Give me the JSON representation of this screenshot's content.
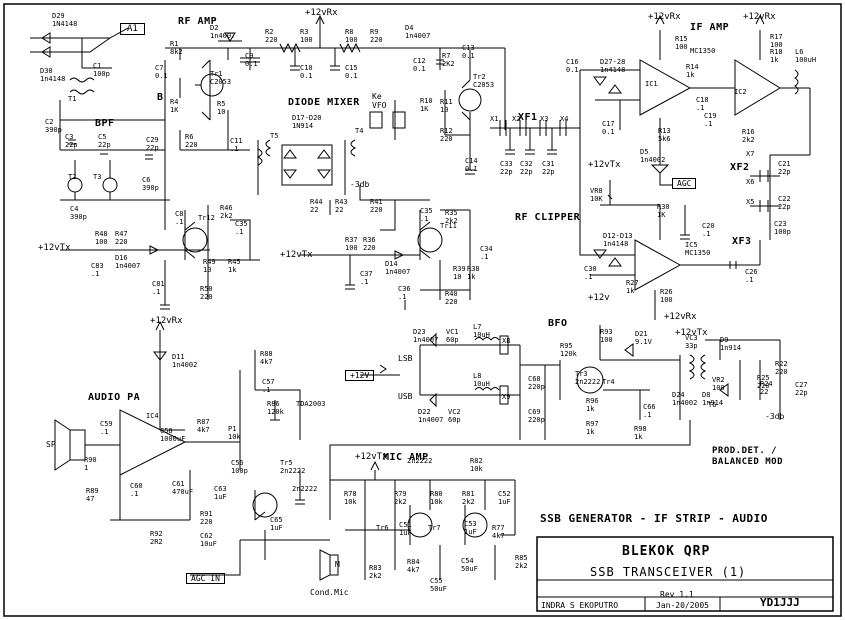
{
  "title_block": {
    "project": "BLEKOK QRP",
    "subtitle": "SSB TRANSCEIVER (1)",
    "sheet_title": "SSB GENERATOR - IF STRIP - AUDIO",
    "author": "INDRA S EKOPUTRO",
    "rev": "Rev 1.1",
    "date": "Jan-20/2005",
    "callsign": "YD1JJJ"
  },
  "sections": {
    "rf_amp": "RF AMP",
    "if_amp": "IF AMP",
    "diode_mixer": "DIODE MIXER",
    "bpf": "BPF",
    "rf_clipper": "RF CLIPPER",
    "bfo": "BFO",
    "audio_pa": "AUDIO PA",
    "mic_amp": "MIC AMP",
    "prod_det": "PROD.DET. /\nBALANCED MOD",
    "xf1": "XF1",
    "xf2": "XF2",
    "xf3": "XF3",
    "b": "B"
  },
  "rails": {
    "rx1": "+12vRx",
    "rx2": "+12vRx",
    "rx3": "+12vRx",
    "rx4": "+12vRx",
    "rx5": "+12vRx",
    "tx1": "+12vTx",
    "tx2": "+12vTx",
    "tx3": "+12vTx",
    "tx4": "+12vTx",
    "tx5": "+12vTx",
    "v12": "+12v"
  },
  "ports": {
    "a1": "A1",
    "agc": "AGC",
    "agc_in": "AGC IN",
    "v12_in": "+12V",
    "ke_vfo": "Ke\nVFO",
    "lsb": "LSB",
    "usb": "USB",
    "sp": "SP",
    "mic": "M",
    "cond_mic": "Cond.Mic",
    "minus3db_a": "-3db",
    "minus3db_b": "-3db"
  },
  "labels": [
    "D29\n1N4148",
    "D30\n1n4148",
    "C1\n100p",
    "T1",
    "C2\n390p",
    "C3\n22p",
    "C4\n390p",
    "C5\n22p",
    "C6\n390p",
    "T2",
    "T3",
    "C29\n22p",
    "R1\n8k2",
    "D2\n1n4007",
    "C7\n0.1",
    "Tr1\nC2053",
    "R4\n1K",
    "R5\n10",
    "R6\n220",
    "C11\n.1",
    "C9\n0.1",
    "R2\n220",
    "R3\n100",
    "C10\n0.1",
    "R8\n100",
    "R9\n220",
    "C15\n0.1",
    "D4\n1n4007",
    "R7\n2K2",
    "C12\n0.1",
    "C13\n0.1",
    "Tr2\nC2053",
    "R10\n1K",
    "R11\n10",
    "R12\n220",
    "C14\n0.1",
    "T5",
    "D17-D20\n1N914",
    "T4",
    "R44\n22",
    "R43\n22",
    "R41\n220",
    "X1",
    "X2",
    "X3",
    "X4",
    "C33\n22p",
    "C32\n22p",
    "C31\n22p",
    "C16\n0.1",
    "D27-28\n1n4148",
    "C17\n0.1",
    "R15\n100",
    "R14\n1k",
    "IC1",
    "C18\n.1",
    "MC1350",
    "R13\n5k6",
    "D5\n1n4002",
    "C19\n.1",
    "R17\n100",
    "R18\n1k",
    "L6\n100uH",
    "IC2",
    "R16\n2k2",
    "X7",
    "X6",
    "X5",
    "C21\n22p",
    "C22\n22p",
    "C23\n100p",
    "C8\n.1",
    "Tr12",
    "R46\n2k2",
    "C35\n.1",
    "R48\n100",
    "R47\n220",
    "D16\n1n4007",
    "C83\n.1",
    "R49\n10",
    "R45\n1k",
    "R50\n220",
    "C81\n.1",
    "C35\n.1",
    "R35\n2k2",
    "Tr11",
    "R37\n100",
    "R36\n220",
    "D14\n1n4007",
    "C37\n.1",
    "C34\n.1",
    "R39\n10",
    "R38\n1k",
    "R40\n220",
    "C36\n.1",
    "VR8\n10K",
    "R30\n1K",
    "C20\n.1",
    "D12-D13\n1n4148",
    "IC5\nMC1350",
    "C30\n.1",
    "R27\n1k",
    "R26\n100",
    "C26\n.1",
    "D23\n1n4007",
    "VC1\n60p",
    "L7\n10uH",
    "X8",
    "L8\n10uH",
    "X9",
    "D22\n1n4007",
    "VC2\n60p",
    "R95\n120k",
    "R93\n100",
    "D21\n9.1V",
    "Tr3\n2n2222",
    "Tr4",
    "C68\n220p",
    "C69\n220p",
    "R96\n1k",
    "R97\n1k",
    "R98\n1k",
    "C66\n.1",
    "VC3\n33p",
    "D9\n1n914",
    "D8\n1n914",
    "VR2\n100",
    "R25\n220",
    "R24\n22",
    "R22\n220",
    "C27\n22p",
    "T6",
    "D24\n1n4002",
    "D11\n1n4002",
    "R88\n4k7",
    "C57\n.1",
    "TDA2003",
    "IC4",
    "C58\n1000uF",
    "C59\n.1",
    "R90\n1",
    "R89\n47",
    "C60\n.1",
    "C61\n470uF",
    "R91\n220",
    "R92\n2R2",
    "C62\n10uF",
    "R87\n4k7",
    "P1\n10k",
    "C63\n1uF",
    "C56\n100p",
    "R86\n120k",
    "Tr5\n2n2222",
    "C65\n1uF",
    "2n2222",
    "2n2222",
    "R82\n10k",
    "R78\n10k",
    "R79\n2k2",
    "R80\n10k",
    "R81\n2k2",
    "C52\n1uF",
    "Tr6",
    "C51\n1uF",
    "Tr7",
    "C53\n1uF",
    "R77\n4k7",
    "R83\n2k2",
    "R84\n4k7",
    "C54\n50uF",
    "C55\n50uF",
    "R85\n2k2"
  ]
}
